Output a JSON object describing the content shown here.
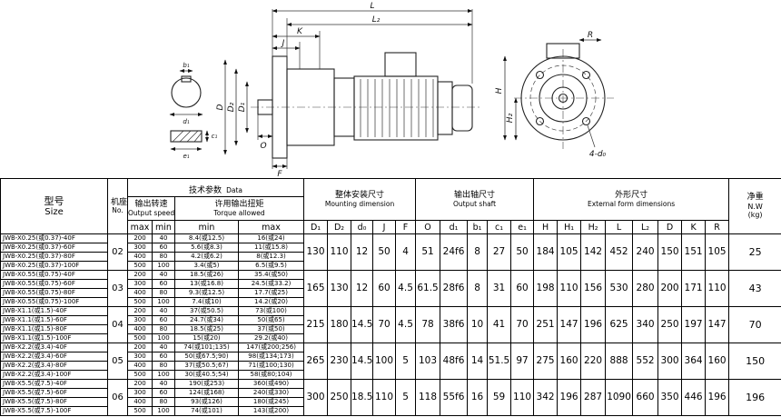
{
  "drawing": {
    "labels": {
      "L": "L",
      "L2": "L₂",
      "K": "K",
      "J": "J",
      "F": "F",
      "O": "O",
      "b1": "b₁",
      "d1": "d₁",
      "c1": "c₁",
      "e1": "e₁",
      "D": "D",
      "D2": "D₂",
      "D1": "D₁",
      "R": "R",
      "H": "H",
      "H2": "H₂",
      "four_d0": "4-d₀"
    }
  },
  "table": {
    "header": {
      "model": {
        "zh": "型号",
        "en": "Size"
      },
      "frame": {
        "zh": "机座号",
        "en": "No."
      },
      "tech": {
        "zh": "技术参数",
        "en": "Data"
      },
      "speed": {
        "zh": "输出转速",
        "en": "Output speed"
      },
      "torque": {
        "zh": "许用输出扭矩",
        "en": "Torque allowed"
      },
      "speed_max": "max",
      "speed_min": "min",
      "torque_min": "min",
      "torque_max": "max",
      "mounting": {
        "zh": "整体安装尺寸",
        "en": "Mounting dimension"
      },
      "shaft": {
        "zh": "输出轴尺寸",
        "en": "Output shaft"
      },
      "external": {
        "zh": "外形尺寸",
        "en": "External form dimensions"
      },
      "weight": {
        "zh": "净重",
        "en": "N.W",
        "unit": "(kg)"
      },
      "mounting_cols": [
        "D₁",
        "D₂",
        "d₀",
        "J",
        "F"
      ],
      "shaft_cols": [
        "O",
        "d₁",
        "b₁",
        "c₁",
        "e₁"
      ],
      "external_cols": [
        "H",
        "H₁",
        "H₂",
        "L",
        "L₂",
        "D",
        "K",
        "R"
      ]
    },
    "groups": [
      {
        "no": "02",
        "rows": [
          {
            "model": "JWB-X0.25(或0.37)-40F",
            "max": "200",
            "min": "40",
            "tmin": "8.4(或12.5)",
            "tmax": "16(或24)"
          },
          {
            "model": "JWB-X0.25(或0.37)-60F",
            "max": "300",
            "min": "60",
            "tmin": "5.6(或8.3)",
            "tmax": "11(或15.8)"
          },
          {
            "model": "JWB-X0.25(或0.37)-80F",
            "max": "400",
            "min": "80",
            "tmin": "4.2(或6.2)",
            "tmax": "8(或12.3)"
          },
          {
            "model": "JWB-X0.25(或0.37)-100F",
            "max": "500",
            "min": "100",
            "tmin": "3.4(或5)",
            "tmax": "6.5(或9.5)"
          }
        ],
        "dims": [
          "130",
          "110",
          "12",
          "50",
          "4",
          "51",
          "24f6",
          "8",
          "27",
          "50",
          "184",
          "105",
          "142",
          "452",
          "240",
          "150",
          "151",
          "105"
        ],
        "weight": "25"
      },
      {
        "no": "03",
        "rows": [
          {
            "model": "JWB-X0.55(或0.75)-40F",
            "max": "200",
            "min": "40",
            "tmin": "18.5(或26)",
            "tmax": "35.4(或50)"
          },
          {
            "model": "JWB-X0.55(或0.75)-60F",
            "max": "300",
            "min": "60",
            "tmin": "13(或16.8)",
            "tmax": "24.5(或33.2)"
          },
          {
            "model": "JWB-X0.55(或0.75)-80F",
            "max": "400",
            "min": "80",
            "tmin": "9.3(或12.5)",
            "tmax": "17.7(或25)"
          },
          {
            "model": "JWB-X0.55(或0.75)-100F",
            "max": "500",
            "min": "100",
            "tmin": "7.4(或10)",
            "tmax": "14.2(或20)"
          }
        ],
        "dims": [
          "165",
          "130",
          "12",
          "60",
          "4.5",
          "61.5",
          "28f6",
          "8",
          "31",
          "60",
          "198",
          "110",
          "156",
          "530",
          "280",
          "200",
          "171",
          "110"
        ],
        "weight": "43"
      },
      {
        "no": "04",
        "rows": [
          {
            "model": "JWB-X1.1(或1.5)-40F",
            "max": "200",
            "min": "40",
            "tmin": "37(或50.5)",
            "tmax": "73(或100)"
          },
          {
            "model": "JWB-X1.1(或1.5)-60F",
            "max": "300",
            "min": "60",
            "tmin": "24.7(或34)",
            "tmax": "50(或65)"
          },
          {
            "model": "JWB-X1.1(或1.5)-80F",
            "max": "400",
            "min": "80",
            "tmin": "18.5(或25)",
            "tmax": "37(或50)"
          },
          {
            "model": "JWB-X1.1(或1.5)-100F",
            "max": "500",
            "min": "100",
            "tmin": "15(或20)",
            "tmax": "29.2(或40)"
          }
        ],
        "dims": [
          "215",
          "180",
          "14.5",
          "70",
          "4.5",
          "78",
          "38f6",
          "10",
          "41",
          "70",
          "251",
          "147",
          "196",
          "625",
          "340",
          "250",
          "197",
          "147"
        ],
        "weight": "70"
      },
      {
        "no": "05",
        "rows": [
          {
            "model": "JWB-X2.2(或3.4)-40F",
            "max": "200",
            "min": "40",
            "tmin": "74(或101;135)",
            "tmax": "147(或200;256)"
          },
          {
            "model": "JWB-X2.2(或3.4)-60F",
            "max": "300",
            "min": "60",
            "tmin": "50(或67.5;90)",
            "tmax": "98(或134;173)"
          },
          {
            "model": "JWB-X2.2(或3.4)-80F",
            "max": "400",
            "min": "80",
            "tmin": "37(或50.5;67)",
            "tmax": "71(或100;130)"
          },
          {
            "model": "JWB-X2.2(或3.4)-100F",
            "max": "500",
            "min": "100",
            "tmin": "30(或40.5;54)",
            "tmax": "58(或80;104)"
          }
        ],
        "dims": [
          "265",
          "230",
          "14.5",
          "100",
          "5",
          "103",
          "48f6",
          "14",
          "51.5",
          "97",
          "275",
          "160",
          "220",
          "888",
          "552",
          "300",
          "364",
          "160"
        ],
        "weight": "150"
      },
      {
        "no": "06",
        "rows": [
          {
            "model": "JWB-X5.5(或7.5)-40F",
            "max": "200",
            "min": "40",
            "tmin": "190(或253)",
            "tmax": "360(或490)"
          },
          {
            "model": "JWB-X5.5(或7.5)-60F",
            "max": "300",
            "min": "60",
            "tmin": "124(或168)",
            "tmax": "240(或330)"
          },
          {
            "model": "JWB-X5.5(或7.5)-80F",
            "max": "400",
            "min": "80",
            "tmin": "93(或126)",
            "tmax": "180(或245)"
          },
          {
            "model": "JWB-X5.5(或7.5)-100F",
            "max": "500",
            "min": "100",
            "tmin": "74(或101)",
            "tmax": "143(或200)"
          }
        ],
        "dims": [
          "300",
          "250",
          "18.5",
          "110",
          "5",
          "118",
          "55f6",
          "16",
          "59",
          "110",
          "342",
          "196",
          "287",
          "1090",
          "660",
          "350",
          "446",
          "196"
        ],
        "weight": "196"
      }
    ]
  }
}
